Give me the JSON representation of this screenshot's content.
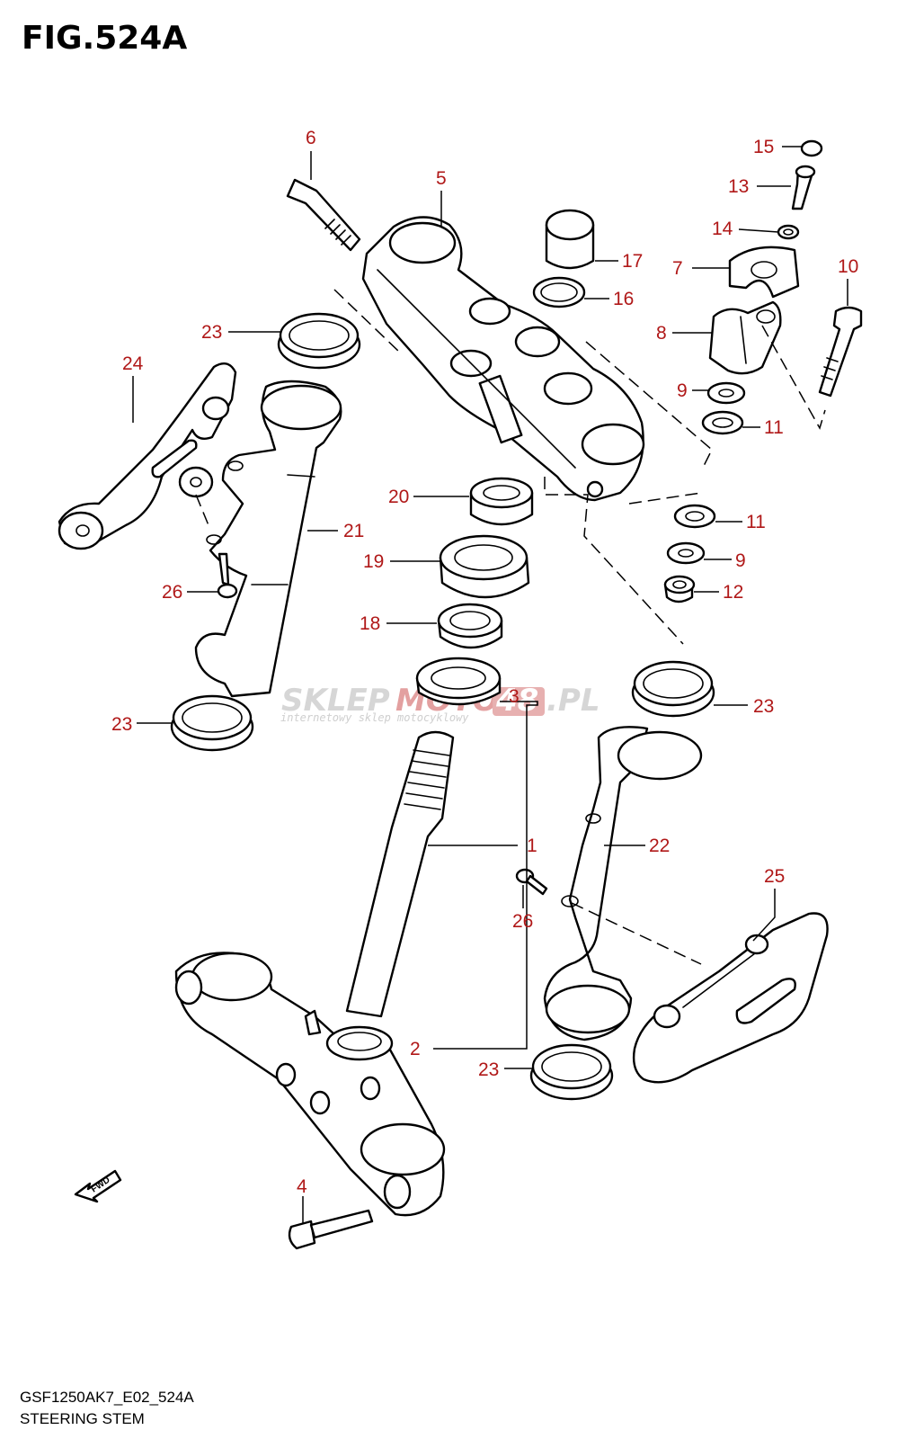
{
  "figure": {
    "title": "FIG.524A",
    "model_code": "GSF1250AK7_E02_524A",
    "name": "STEERING STEM"
  },
  "watermark": {
    "brand_a": "SKLEP",
    "brand_b": "MOTO",
    "brand_c": "48",
    "brand_d": ".PL",
    "tagline": "internetowy sklep motocyklowy"
  },
  "fwd_label": "FWD",
  "callout_color": "#b01818",
  "callouts": [
    {
      "id": "c6",
      "label": "6"
    },
    {
      "id": "c5",
      "label": "5"
    },
    {
      "id": "c15",
      "label": "15"
    },
    {
      "id": "c13",
      "label": "13"
    },
    {
      "id": "c14",
      "label": "14"
    },
    {
      "id": "c17",
      "label": "17"
    },
    {
      "id": "c7",
      "label": "7"
    },
    {
      "id": "c10",
      "label": "10"
    },
    {
      "id": "c16",
      "label": "16"
    },
    {
      "id": "c8",
      "label": "8"
    },
    {
      "id": "c23a",
      "label": "23"
    },
    {
      "id": "c24",
      "label": "24"
    },
    {
      "id": "c9a",
      "label": "9"
    },
    {
      "id": "c11a",
      "label": "11"
    },
    {
      "id": "c20",
      "label": "20"
    },
    {
      "id": "c21",
      "label": "21"
    },
    {
      "id": "c11b",
      "label": "11"
    },
    {
      "id": "c19",
      "label": "19"
    },
    {
      "id": "c9b",
      "label": "9"
    },
    {
      "id": "c26a",
      "label": "26"
    },
    {
      "id": "c12",
      "label": "12"
    },
    {
      "id": "c18",
      "label": "18"
    },
    {
      "id": "c3",
      "label": "3"
    },
    {
      "id": "c23b",
      "label": "23"
    },
    {
      "id": "c23c",
      "label": "23"
    },
    {
      "id": "c1",
      "label": "1"
    },
    {
      "id": "c22",
      "label": "22"
    },
    {
      "id": "c25",
      "label": "25"
    },
    {
      "id": "c26b",
      "label": "26"
    },
    {
      "id": "c2",
      "label": "2"
    },
    {
      "id": "c23d",
      "label": "23"
    },
    {
      "id": "c4",
      "label": "4"
    }
  ]
}
